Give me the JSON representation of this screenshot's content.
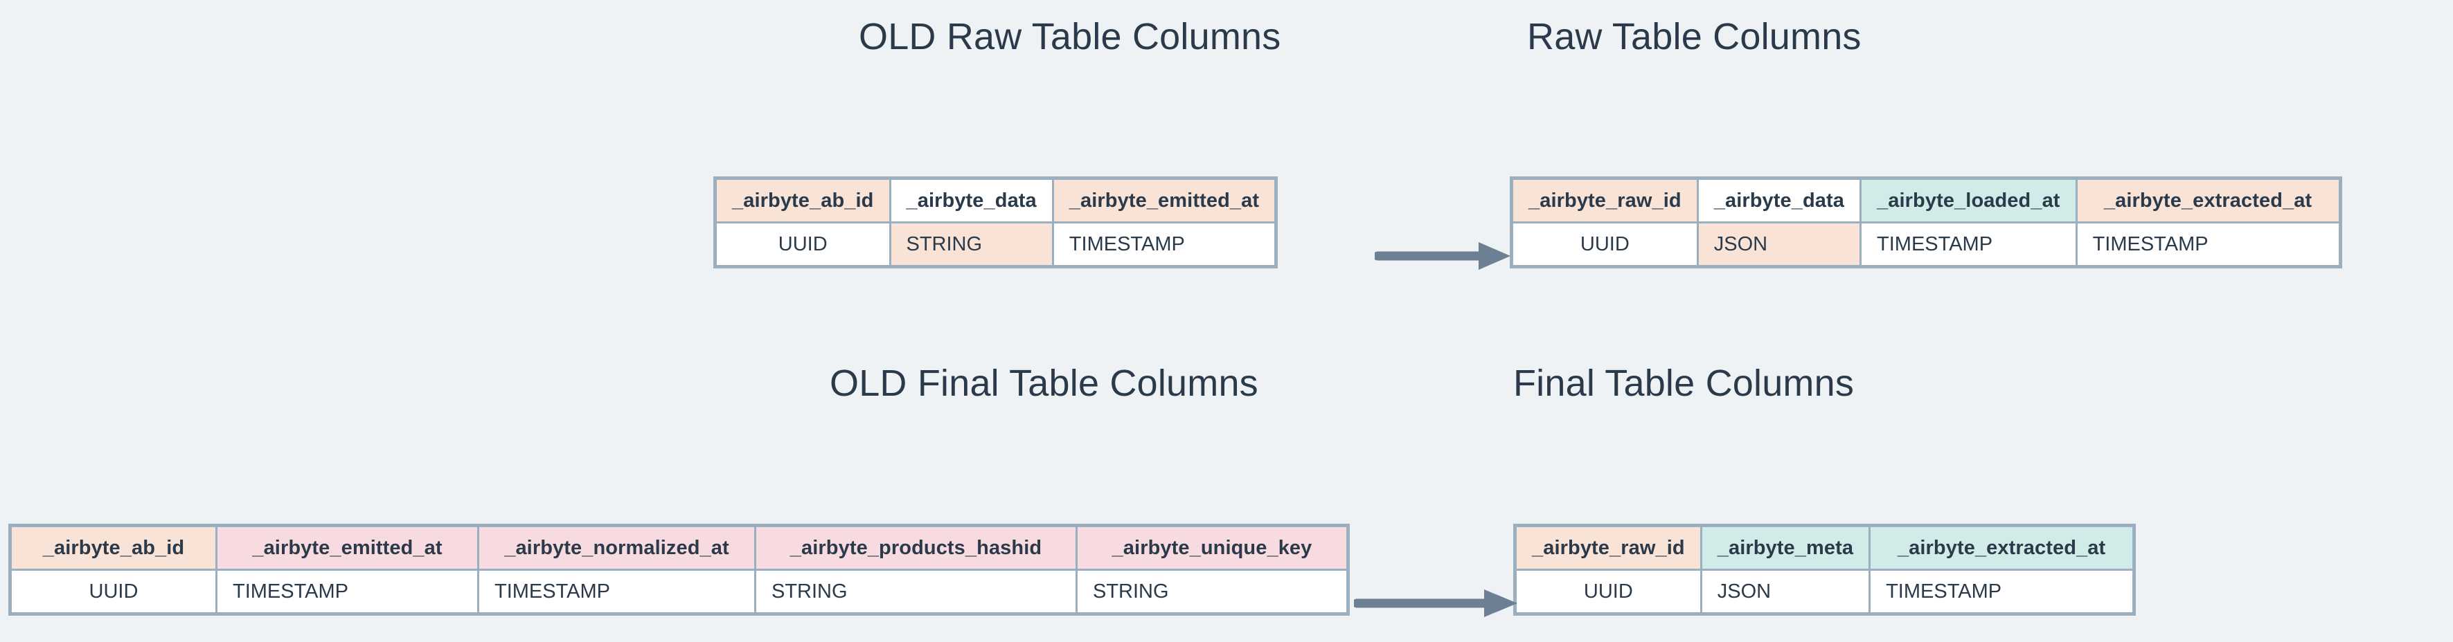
{
  "background_color": "#eef2f5",
  "text_color": "#2b3a4a",
  "border_color": "#9aafc0",
  "palette": {
    "peach": "#f8e3d6",
    "teal": "#d1ebe8",
    "pink": "#f8dbe0",
    "white": "#ffffff",
    "arrow": "#6c7f93"
  },
  "titles": {
    "old_raw": "OLD Raw Table Columns",
    "new_raw": "Raw Table Columns",
    "old_final": "OLD Final Table Columns",
    "new_final": "Final Table Columns"
  },
  "arrows": {
    "raw_label": "arrow-right",
    "final_label": "arrow-right"
  },
  "tables": {
    "old_raw": {
      "columns": [
        {
          "name": "_airbyte_ab_id",
          "type": "UUID",
          "header_fill": "peach",
          "cell_fill": "white"
        },
        {
          "name": "_airbyte_data",
          "type": "STRING",
          "header_fill": "white",
          "cell_fill": "peach"
        },
        {
          "name": "_airbyte_emitted_at",
          "type": "TIMESTAMP",
          "header_fill": "peach",
          "cell_fill": "white"
        }
      ]
    },
    "new_raw": {
      "columns": [
        {
          "name": "_airbyte_raw_id",
          "type": "UUID",
          "header_fill": "peach",
          "cell_fill": "white"
        },
        {
          "name": "_airbyte_data",
          "type": "JSON",
          "header_fill": "white",
          "cell_fill": "peach"
        },
        {
          "name": "_airbyte_loaded_at",
          "type": "TIMESTAMP",
          "header_fill": "teal",
          "cell_fill": "white"
        },
        {
          "name": "_airbyte_extracted_at",
          "type": "TIMESTAMP",
          "header_fill": "peach",
          "cell_fill": "white"
        }
      ]
    },
    "old_final": {
      "columns": [
        {
          "name": "_airbyte_ab_id",
          "type": "UUID",
          "header_fill": "peach",
          "cell_fill": "white"
        },
        {
          "name": "_airbyte_emitted_at",
          "type": "TIMESTAMP",
          "header_fill": "pink",
          "cell_fill": "white"
        },
        {
          "name": "_airbyte_normalized_at",
          "type": "TIMESTAMP",
          "header_fill": "pink",
          "cell_fill": "white"
        },
        {
          "name": "_airbyte_products_hashid",
          "type": "STRING",
          "header_fill": "pink",
          "cell_fill": "white"
        },
        {
          "name": "_airbyte_unique_key",
          "type": "STRING",
          "header_fill": "pink",
          "cell_fill": "white"
        }
      ]
    },
    "new_final": {
      "columns": [
        {
          "name": "_airbyte_raw_id",
          "type": "UUID",
          "header_fill": "peach",
          "cell_fill": "white"
        },
        {
          "name": "_airbyte_meta",
          "type": "JSON",
          "header_fill": "teal",
          "cell_fill": "white"
        },
        {
          "name": "_airbyte_extracted_at",
          "type": "TIMESTAMP",
          "header_fill": "teal",
          "cell_fill": "white"
        }
      ]
    }
  }
}
